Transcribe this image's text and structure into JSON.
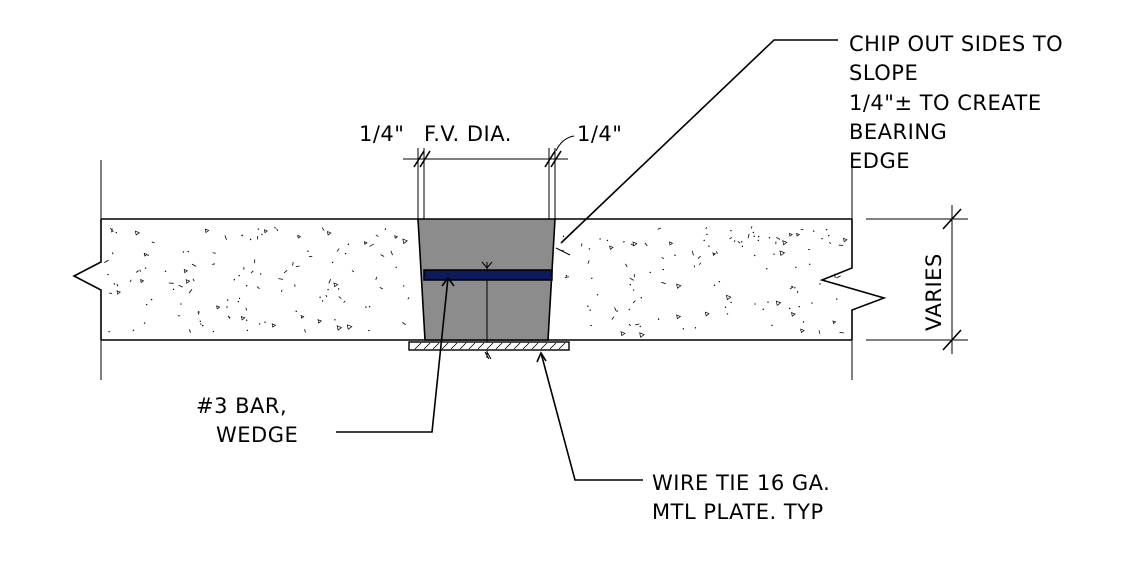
{
  "labels": {
    "chip_note": [
      "CHIP OUT SIDES TO",
      "SLOPE",
      "1/4\"± TO CREATE",
      "BEARING",
      "EDGE"
    ],
    "dim_left": "1/4\"",
    "dim_center": "F.V. DIA.",
    "dim_right": "1/4\"",
    "bar_note": [
      "#3 BAR,",
      "WEDGE"
    ],
    "wire_note": [
      "WIRE TIE 16 GA.",
      "MTL PLATE. TYP"
    ],
    "varies": "VARIES"
  },
  "colors": {
    "plug_fill": "#8c8c8c",
    "bar_fill": "#0d1a5c",
    "line": "#000000"
  }
}
